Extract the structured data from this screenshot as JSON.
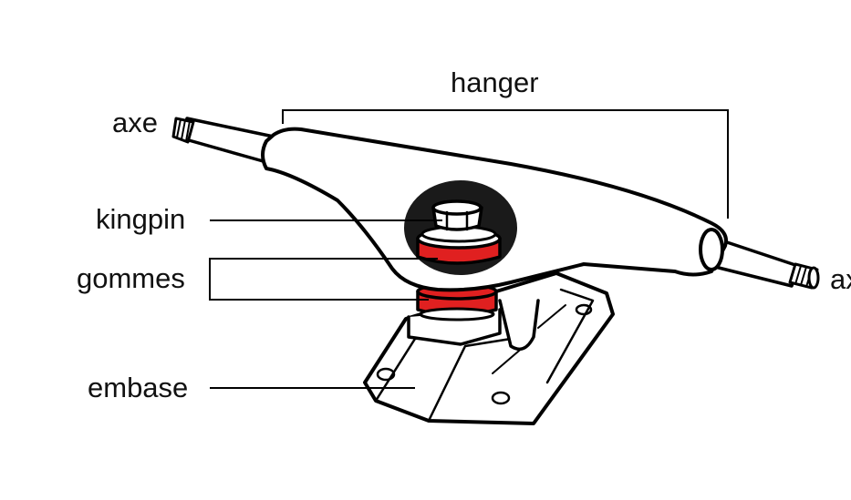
{
  "labels": {
    "hanger": "hanger",
    "axe_left": "axe",
    "axe_right": "axe",
    "kingpin": "kingpin",
    "gommes": "gommes",
    "embase": "embase"
  },
  "colors": {
    "outline": "#000000",
    "bushing_red": "#e02020",
    "background": "#ffffff",
    "highlight_dark": "#1a1a1a"
  }
}
